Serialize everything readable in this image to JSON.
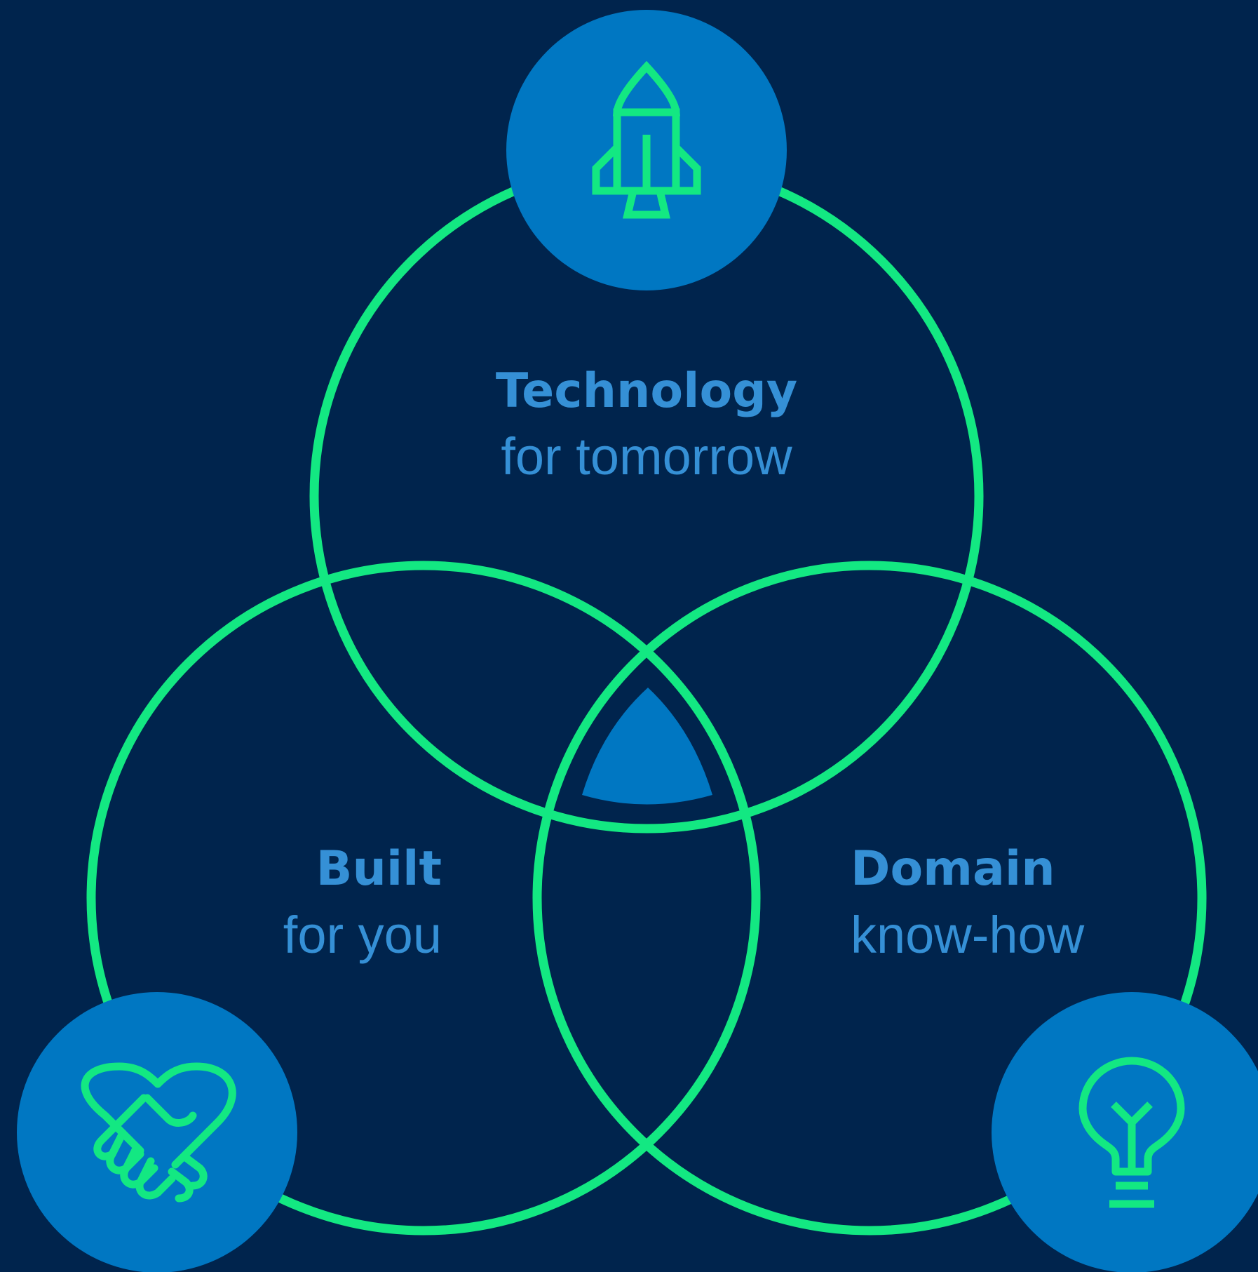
{
  "colors": {
    "background": "#00244d",
    "circle_stroke": "#13e882",
    "badge_fill": "#0077c2",
    "label_text": "#3590d6",
    "icon_stroke": "#13e882"
  },
  "sets": [
    {
      "id": "technology",
      "title": "Technology",
      "subtitle": "for tomorrow",
      "icon": "rocket-icon"
    },
    {
      "id": "built",
      "title": "Built",
      "subtitle": "for you",
      "icon": "handshake-heart-icon"
    },
    {
      "id": "domain",
      "title": "Domain",
      "subtitle": "know-how",
      "icon": "lightbulb-icon"
    }
  ]
}
